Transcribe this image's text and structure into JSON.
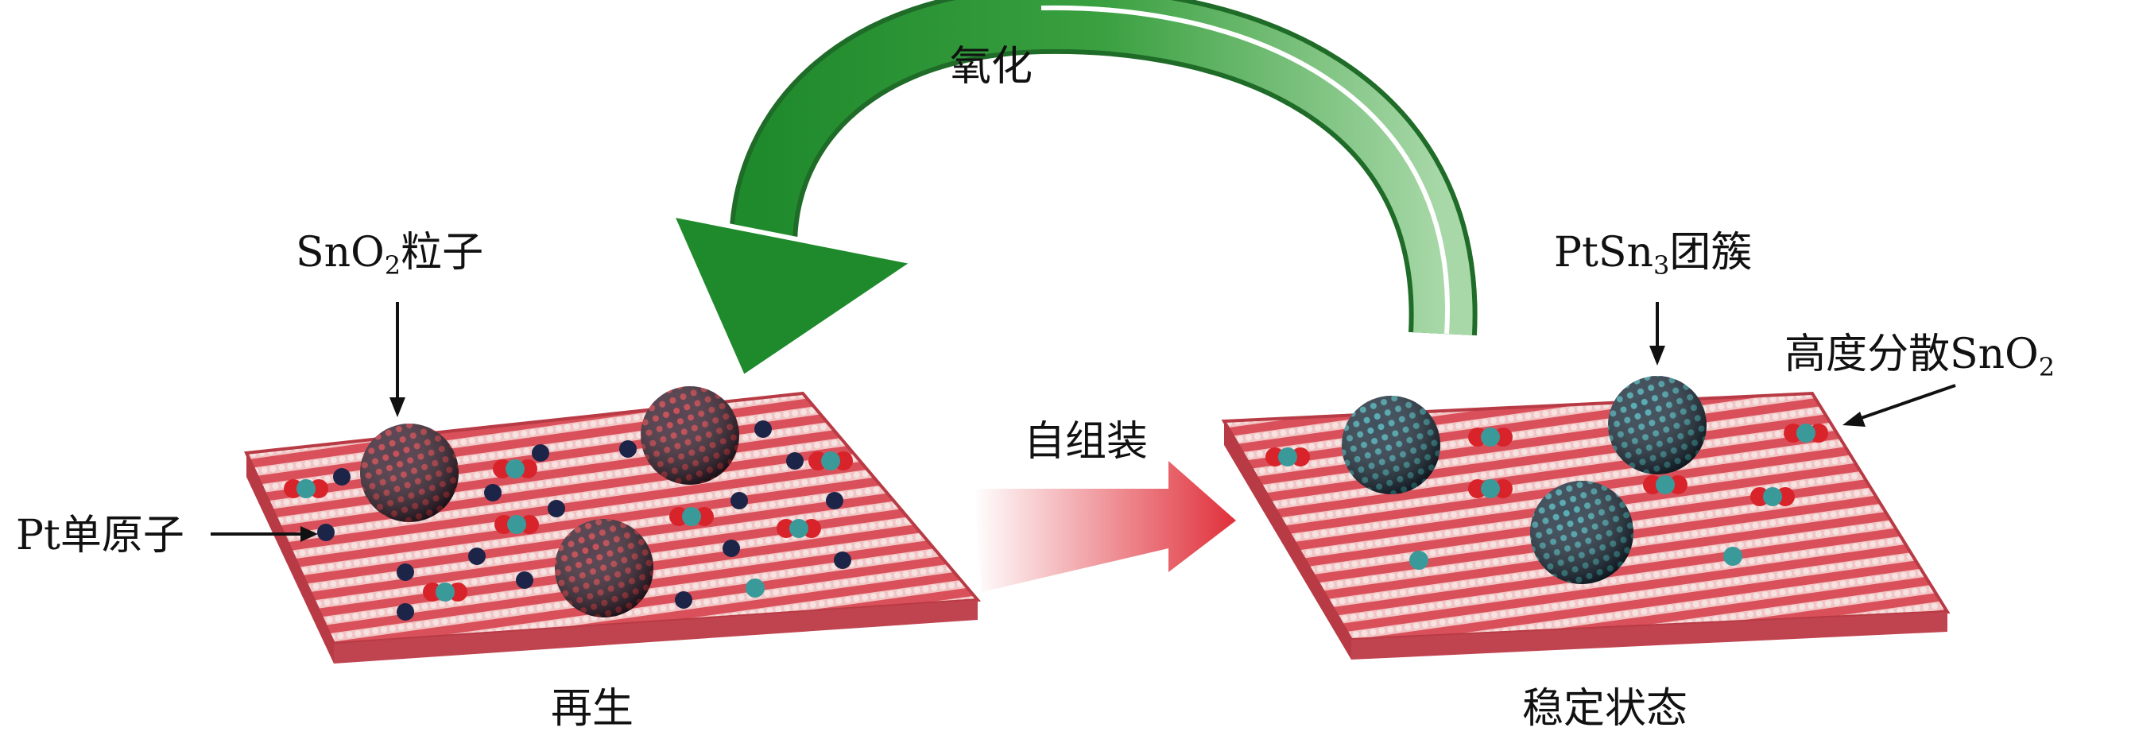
{
  "labels": {
    "oxidation": "氧化",
    "sno2_particle_prefix": "SnO",
    "sno2_particle_sub": "2",
    "sno2_particle_suffix": "粒子",
    "ptsn3_prefix": "PtSn",
    "ptsn3_sub": "3",
    "ptsn3_suffix": "团簇",
    "dispersed_prefix": "高度分散SnO",
    "dispersed_sub": "2",
    "pt_single_atom": "Pt单原子",
    "self_assembly": "自组装",
    "regeneration": "再生",
    "stable_state": "稳定状态"
  },
  "colors": {
    "oxidation_arrow": "#2e9a3a",
    "assembly_arrow": "#e0303a",
    "support": "#d9505a",
    "cluster": "#1e3a4a",
    "pt_atom": "#1c2447",
    "sn_atom": "#3a9a9a",
    "o_atom": "#d8232a"
  }
}
